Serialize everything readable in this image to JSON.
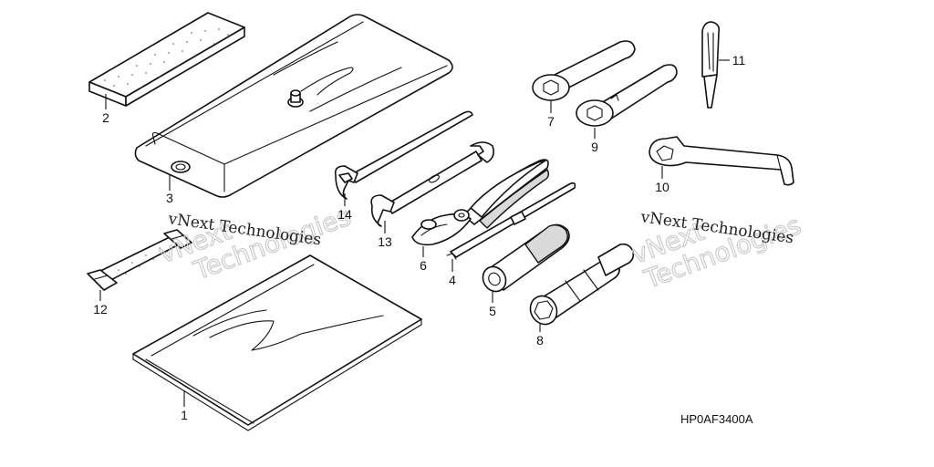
{
  "diagram": {
    "drawing_code": "HP0AF3400A",
    "watermarks": [
      {
        "line1": "vNext",
        "line2": "Technologies",
        "overlay": "vNext Technologies"
      },
      {
        "line1": "vNext",
        "line2": "Technologies",
        "overlay": "vNext Technologies"
      }
    ],
    "parts": [
      {
        "callout": "1",
        "icon": "tool-bag-icon"
      },
      {
        "callout": "2",
        "icon": "foam-pad-icon"
      },
      {
        "callout": "3",
        "icon": "tool-case-icon"
      },
      {
        "callout": "4",
        "icon": "screwdriver-icon"
      },
      {
        "callout": "5",
        "icon": "screwdriver-grip-icon"
      },
      {
        "callout": "6",
        "icon": "pliers-icon"
      },
      {
        "callout": "7",
        "icon": "box-wrench-icon"
      },
      {
        "callout": "8",
        "icon": "plug-wrench-icon"
      },
      {
        "callout": "9",
        "icon": "box-wrench-icon"
      },
      {
        "callout": "10",
        "icon": "spanner-icon"
      },
      {
        "callout": "11",
        "icon": "cross-screwdriver-icon"
      },
      {
        "callout": "12",
        "icon": "rubber-band-icon"
      },
      {
        "callout": "13",
        "icon": "open-end-wrench-icon"
      },
      {
        "callout": "14",
        "icon": "open-end-wrench-icon"
      }
    ]
  }
}
